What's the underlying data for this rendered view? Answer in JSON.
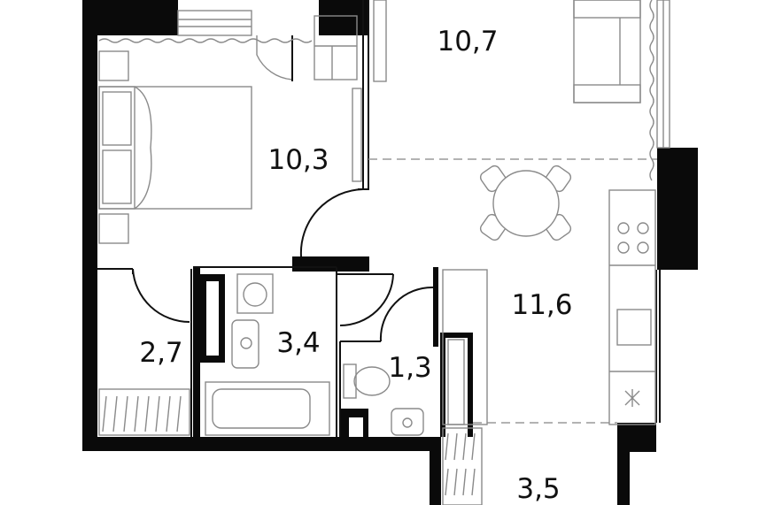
{
  "floor_plan": {
    "rooms": [
      {
        "id": "living",
        "area": "10,7"
      },
      {
        "id": "bedroom",
        "area": "10,3"
      },
      {
        "id": "kitchen",
        "area": "11,6"
      },
      {
        "id": "wardrobe",
        "area": "2,7"
      },
      {
        "id": "bathroom",
        "area": "3,4"
      },
      {
        "id": "toilet",
        "area": "1,3"
      },
      {
        "id": "balcony",
        "area": "3,5"
      }
    ]
  }
}
